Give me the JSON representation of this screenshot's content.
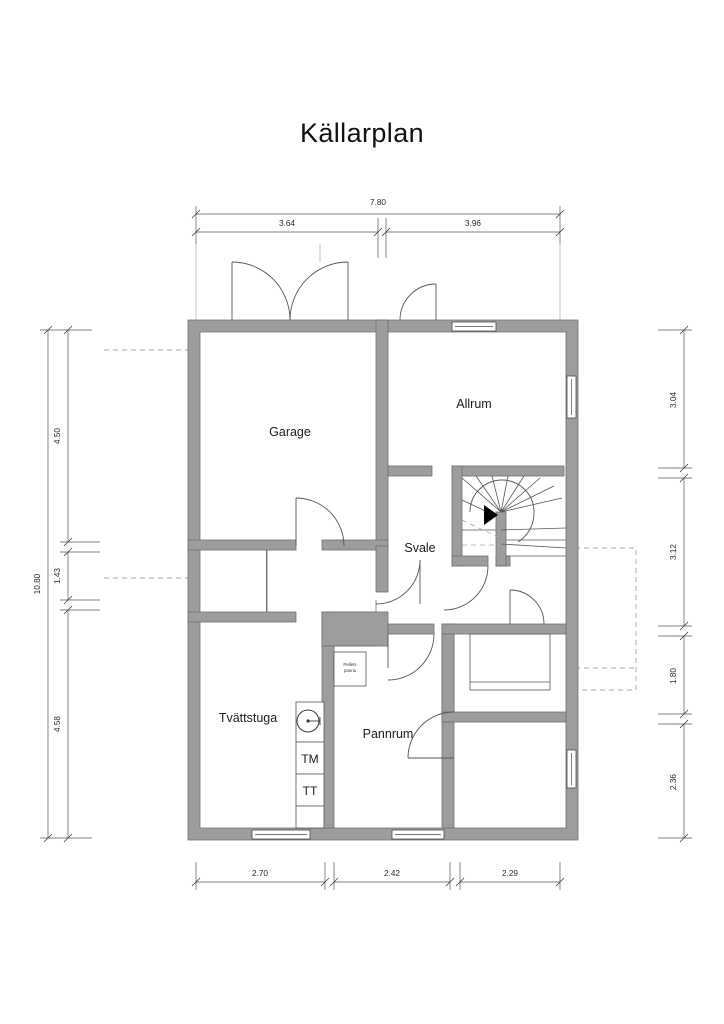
{
  "title": "Källarplan",
  "colors": {
    "wall_fill": "#9d9d9d",
    "wall_stroke": "#6f6f6f",
    "line": "#3a3a3a",
    "dim_line": "#555555",
    "dashed": "#9a9a9a",
    "text": "#1a1a1a",
    "background": "#ffffff",
    "arrow": "#000000"
  },
  "rooms": [
    {
      "name": "garage",
      "label": "Garage"
    },
    {
      "name": "allrum",
      "label": "Allrum"
    },
    {
      "name": "svale",
      "label": "Svale"
    },
    {
      "name": "tvattstuga",
      "label": "Tvättstuga"
    },
    {
      "name": "pannrum",
      "label": "Pannrum"
    }
  ],
  "appliances": [
    {
      "name": "pellets-boiler",
      "label_line1": "Pellets",
      "label_line2": "panna"
    },
    {
      "name": "washing-machine",
      "label": "TM"
    },
    {
      "name": "tumble-dryer",
      "label": "TT"
    }
  ],
  "dimensions": {
    "top": {
      "overall": "7.80",
      "segments": [
        "3.64",
        "3.96"
      ]
    },
    "bottom": {
      "segments": [
        "2.70",
        "2.42",
        "2.29"
      ]
    },
    "left": {
      "overall": "10.80",
      "segments": [
        "4.50",
        "1.43",
        "4.58"
      ]
    },
    "right": {
      "segments": [
        "3.04",
        "3.12",
        "1.80",
        "2.36"
      ]
    }
  }
}
